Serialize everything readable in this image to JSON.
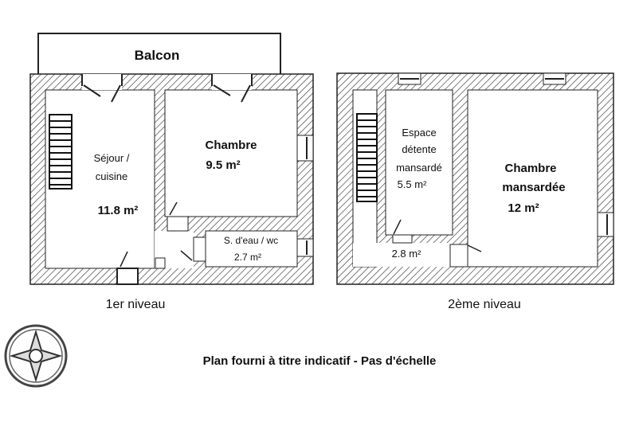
{
  "balcony": {
    "label": "Balcon"
  },
  "level1": {
    "caption": "1er niveau",
    "rooms": [
      {
        "name_line1": "Séjour /",
        "name_line2": "cuisine",
        "area": "11.8 m²"
      },
      {
        "name_line1": "Chambre",
        "area": "9.5 m²"
      },
      {
        "name_line1": "S. d'eau / wc",
        "area": "2.7 m²"
      }
    ]
  },
  "level2": {
    "caption": "2ème niveau",
    "rooms": [
      {
        "name_line1": "Espace",
        "name_line2": "détente",
        "name_line3": "mansardé",
        "area": "5.5 m²"
      },
      {
        "name_line1": "Chambre",
        "name_line2": "mansardée",
        "area": "12 m²"
      },
      {
        "area": "2.8 m²"
      }
    ]
  },
  "footer": {
    "note": "Plan fourni à titre indicatif - Pas d'échelle"
  },
  "colors": {
    "wall": "#333333",
    "background": "#ffffff"
  }
}
